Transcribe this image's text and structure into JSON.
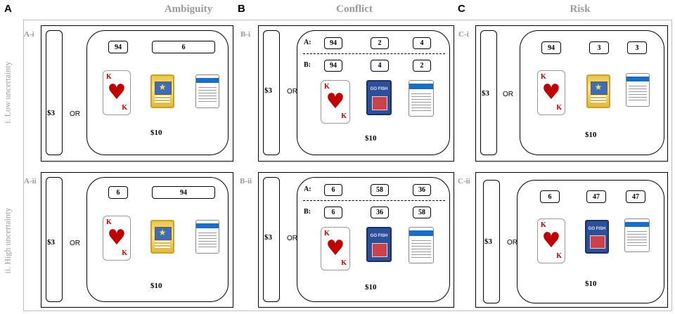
{
  "columns": [
    {
      "letter": "A",
      "title": "Ambiguity"
    },
    {
      "letter": "B",
      "title": "Conflict"
    },
    {
      "letter": "C",
      "title": "Risk"
    }
  ],
  "rows": [
    {
      "label": "i. Low uncertainty"
    },
    {
      "label": "ii. High uncertainty"
    }
  ],
  "panels": {
    "A_i": {
      "label": "A-i",
      "sure": "$3",
      "or": "OR",
      "prize": "$10",
      "boxes": [
        "94",
        "6"
      ]
    },
    "A_ii": {
      "label": "A-ii",
      "sure": "$3",
      "or": "OR",
      "prize": "$10",
      "boxes": [
        "6",
        "94"
      ]
    },
    "B_i": {
      "label": "B-i",
      "sure": "$3",
      "or": "OR",
      "prize": "$10",
      "row_a": {
        "label": "A:",
        "boxes": [
          "94",
          "2",
          "4"
        ]
      },
      "row_b": {
        "label": "B:",
        "boxes": [
          "94",
          "4",
          "2"
        ]
      }
    },
    "B_ii": {
      "label": "B-ii",
      "sure": "$3",
      "or": "OR",
      "prize": "$10",
      "row_a": {
        "label": "A:",
        "boxes": [
          "6",
          "58",
          "36"
        ]
      },
      "row_b": {
        "label": "B:",
        "boxes": [
          "6",
          "36",
          "58"
        ]
      }
    },
    "C_i": {
      "label": "C-i",
      "sure": "$3",
      "or": "OR",
      "prize": "$10",
      "boxes": [
        "94",
        "3",
        "3"
      ]
    },
    "C_ii": {
      "label": "C-ii",
      "sure": "$3",
      "or": "OR",
      "prize": "$10",
      "boxes": [
        "6",
        "47",
        "47"
      ]
    }
  },
  "cards": {
    "king": {
      "icon": "king-of-hearts-card-icon",
      "rank": "K",
      "suit": "♥"
    },
    "pokemon": {
      "icon": "pokemon-card-icon"
    },
    "gofish": {
      "icon": "go-fish-card-icon",
      "text": "GO FISH"
    },
    "trump": {
      "icon": "trump-card-icon"
    }
  },
  "colors": {
    "label_gray": "#9a9a9a",
    "king_red": "#c00000"
  }
}
